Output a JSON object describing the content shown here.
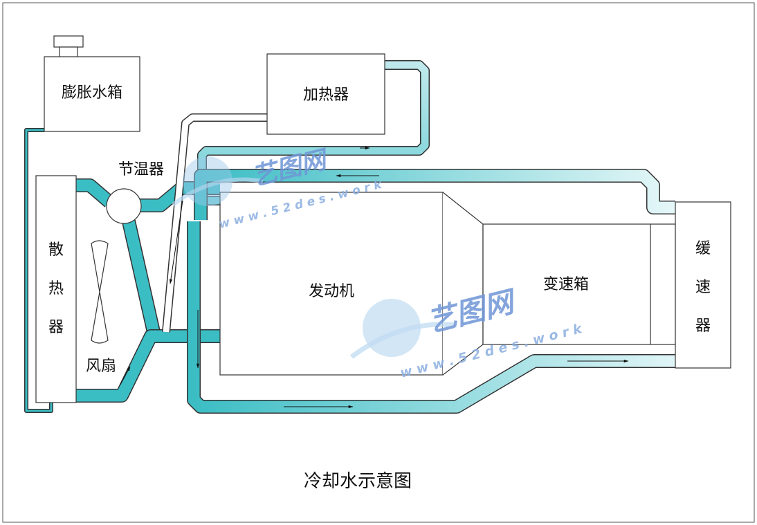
{
  "title": "冷却水示意图",
  "components": {
    "expansion_tank": "膨胀水箱",
    "heater": "加热器",
    "thermostat": "节温器",
    "radiator": "散热器",
    "fan": "风扇",
    "engine": "发动机",
    "gearbox": "变速箱",
    "retarder": "缓速器"
  },
  "watermark": {
    "brand": "艺图网",
    "url": "w w w . 5 2 d e s . w o r k"
  },
  "colors": {
    "pipe_dark": "#3bbdc4",
    "pipe_light": "#d9f3f5",
    "outline": "#333333"
  }
}
